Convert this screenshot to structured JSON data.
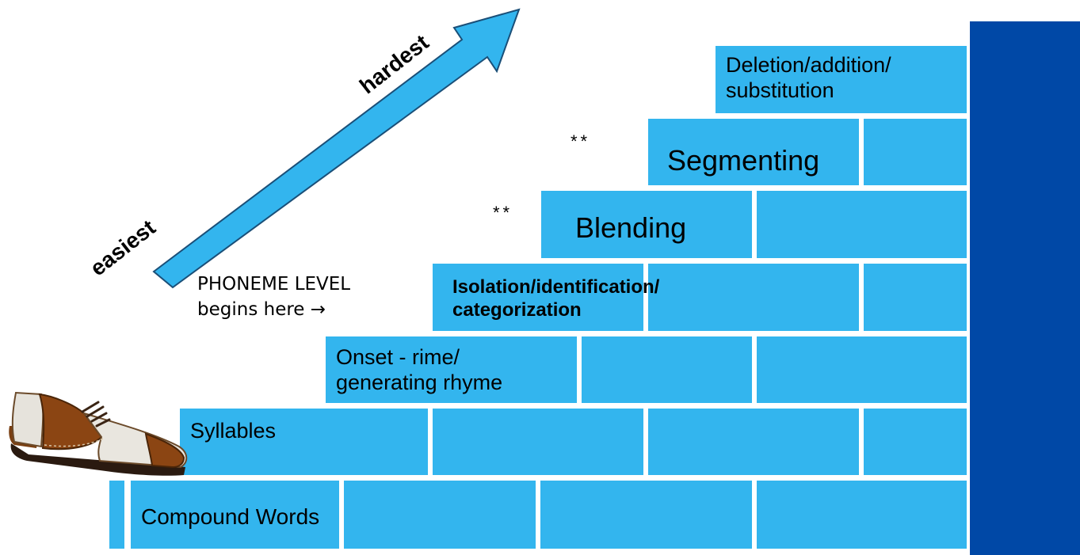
{
  "colors": {
    "brick": "#33b5ee",
    "side_bar": "#0048a6",
    "arrow": "#33b5ee",
    "arrow_outline": "#1a4f78"
  },
  "arrow": {
    "start_label": "easiest",
    "end_label": "hardest"
  },
  "note": {
    "line1": "PHONEME LEVEL",
    "line2": "begins here →"
  },
  "markers": {
    "segmenting": "**",
    "blending": "**"
  },
  "steps": {
    "compound": "Compound Words",
    "syllables": "Syllables",
    "onset_1": "Onset -  rime/",
    "onset_2": "generating rhyme",
    "isolation_1": "Isolation/identification/",
    "isolation_2": "categorization",
    "blending": "Blending",
    "segmenting": "Segmenting",
    "deletion_1": "Deletion/addition/",
    "deletion_2": "substitution"
  },
  "icons": {
    "shoe": "shoe-icon",
    "arrow": "diagonal-arrow-icon"
  }
}
